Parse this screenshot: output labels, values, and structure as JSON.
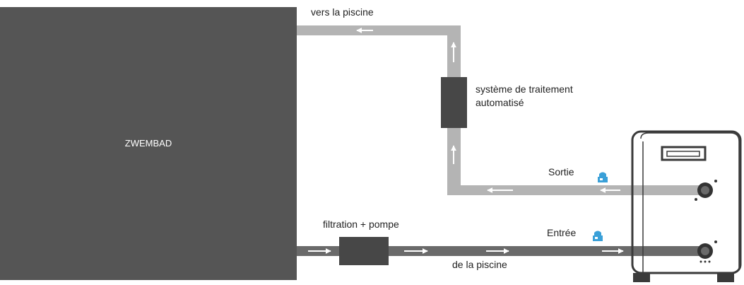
{
  "pool": {
    "label": "ZWEMBAD"
  },
  "labels": {
    "to_pool": "vers la piscine",
    "treatment_line1": "système de traitement",
    "treatment_line2": "automatisé",
    "outlet": "Sortie",
    "inlet": "Entrée",
    "filtration": "filtration + pompe",
    "from_pool": "de la piscine"
  },
  "colors": {
    "pool": "#555555",
    "return_pipe": "#b4b4b4",
    "feed_pipe": "#6a6a6a",
    "device": "#474747",
    "unit_outline": "#3a3a3a",
    "valve": "#3aa0d8"
  },
  "icons": {
    "flow_arrow": "arrow-icon",
    "valve": "valve-icon",
    "heat_pump": "heat-pump-icon"
  }
}
